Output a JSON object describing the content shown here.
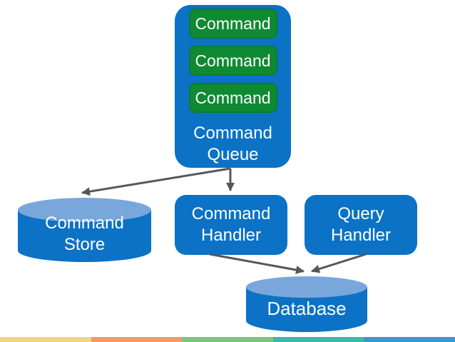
{
  "colors": {
    "node_blue": "#0b72c6",
    "cylinder_top_blue": "#79a7db",
    "command_green": "#0f8a32",
    "command_green_border": "#0c7c2d",
    "arrow_gray": "#54585b",
    "text_white": "#ffffff",
    "stripe_yellow": "#f2d384",
    "stripe_orange": "#ee9c64",
    "stripe_green": "#7cc47f",
    "stripe_teal": "#40b6ac",
    "stripe_blue": "#3f96cb"
  },
  "nodes": {
    "command_queue": {
      "label": "Command Queue",
      "items": [
        "Command",
        "Command",
        "Command"
      ]
    },
    "command_store": {
      "label": "Command Store"
    },
    "command_handler": {
      "label": "Command Handler"
    },
    "query_handler": {
      "label": "Query Handler"
    },
    "database": {
      "label": "Database"
    }
  },
  "edges": [
    {
      "from": "command-queue",
      "to": "command-store"
    },
    {
      "from": "command-queue",
      "to": "command-handler"
    },
    {
      "from": "command-handler",
      "to": "database"
    },
    {
      "from": "query-handler",
      "to": "database"
    }
  ]
}
